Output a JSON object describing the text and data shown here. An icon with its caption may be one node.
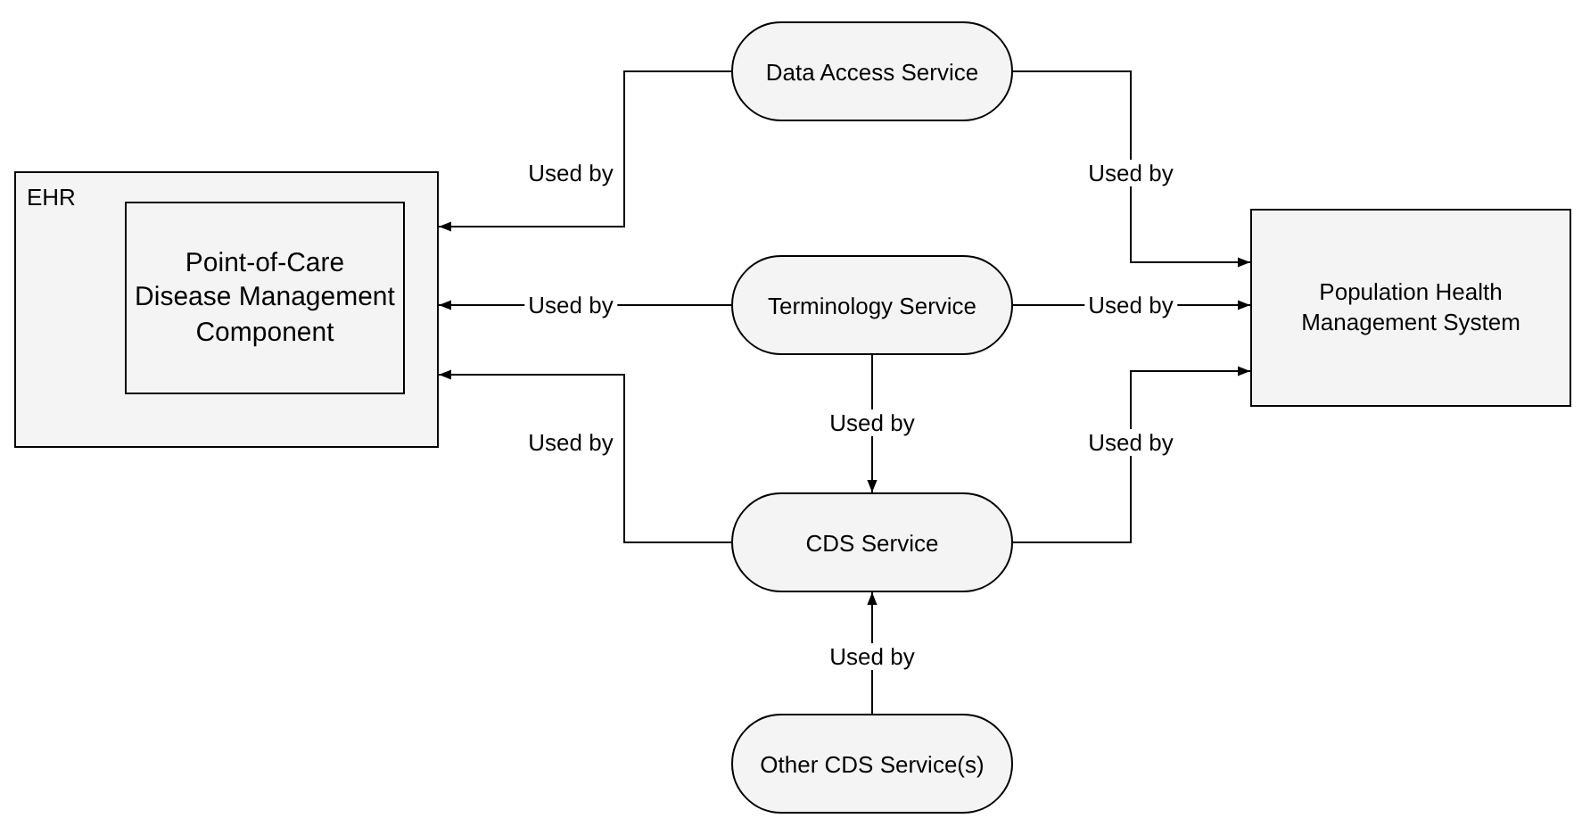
{
  "diagram": {
    "nodes": [
      {
        "text": [
          "EHR"
        ]
      },
      {
        "text": [
          "Point-of-Care Disease Management Component"
        ],
        "in": 0
      },
      {
        "text": [
          "Data Access Service"
        ]
      },
      {
        "text": [
          "Terminology Service"
        ]
      },
      {
        "text": [
          "Population Health Management System"
        ]
      },
      {
        "text": [
          "CDS Service"
        ]
      },
      {
        "text": [
          "Other CDS Service(s)"
        ]
      }
    ],
    "edges": [
      {
        "from": 2,
        "to": 0,
        "arrow": "to",
        "label": "Used by"
      },
      {
        "from": 2,
        "to": 4,
        "arrow": "to",
        "label": "Used by"
      },
      {
        "from": 3,
        "to": 0,
        "arrow": "to",
        "label": "Used by"
      },
      {
        "from": 3,
        "to": 4,
        "arrow": "to",
        "label": "Used by"
      },
      {
        "from": 3,
        "to": 5,
        "arrow": "to",
        "label": "Used by"
      },
      {
        "from": 5,
        "to": 0,
        "arrow": "to",
        "label": "Used by"
      },
      {
        "from": 5,
        "to": 4,
        "arrow": "to",
        "label": "Used by"
      },
      {
        "from": 6,
        "to": 5,
        "arrow": "to",
        "label": "Used by"
      }
    ]
  }
}
